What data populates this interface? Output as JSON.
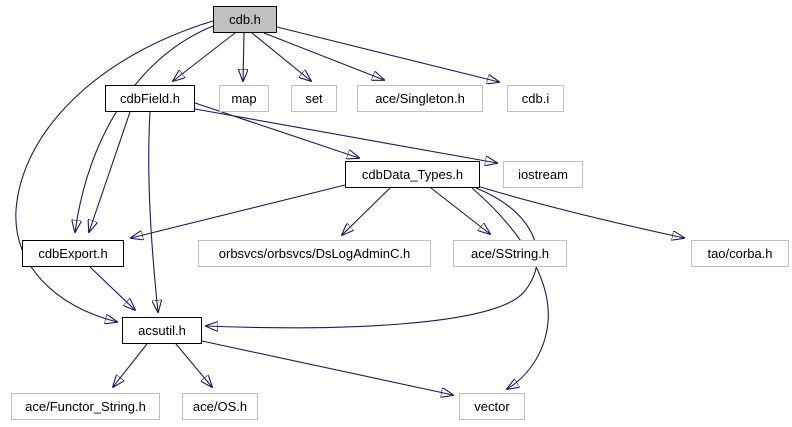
{
  "diagram": {
    "type": "include-dependency-graph",
    "root": "cdb.h"
  },
  "colors": {
    "edge": "#191970",
    "node_fill": "#ffffff",
    "node_border_plain": "#c0c0c0",
    "node_border_linked": "#000000",
    "root_fill": "#c0c0c0",
    "text": "#000000",
    "background": "#ffffff"
  },
  "nodes": [
    {
      "label": "cdb.h",
      "role": "root"
    },
    {
      "label": "cdbField.h",
      "role": "linked"
    },
    {
      "label": "map",
      "role": "plain"
    },
    {
      "label": "set",
      "role": "plain"
    },
    {
      "label": "ace/Singleton.h",
      "role": "plain"
    },
    {
      "label": "cdb.i",
      "role": "plain"
    },
    {
      "label": "cdbData_Types.h",
      "role": "linked"
    },
    {
      "label": "iostream",
      "role": "plain"
    },
    {
      "label": "cdbExport.h",
      "role": "linked"
    },
    {
      "label": "orbsvcs/orbsvcs/DsLogAdminC.h",
      "role": "plain"
    },
    {
      "label": "ace/SString.h",
      "role": "plain"
    },
    {
      "label": "tao/corba.h",
      "role": "plain"
    },
    {
      "label": "acsutil.h",
      "role": "linked"
    },
    {
      "label": "ace/Functor_String.h",
      "role": "plain"
    },
    {
      "label": "ace/OS.h",
      "role": "plain"
    },
    {
      "label": "vector",
      "role": "plain"
    }
  ],
  "edges": [
    {
      "from": "cdb.h",
      "to": "cdbField.h"
    },
    {
      "from": "cdb.h",
      "to": "map"
    },
    {
      "from": "cdb.h",
      "to": "set"
    },
    {
      "from": "cdb.h",
      "to": "ace/Singleton.h"
    },
    {
      "from": "cdb.h",
      "to": "cdb.i"
    },
    {
      "from": "cdb.h",
      "to": "cdbExport.h"
    },
    {
      "from": "cdb.h",
      "to": "acsutil.h"
    },
    {
      "from": "cdbField.h",
      "to": "cdbExport.h"
    },
    {
      "from": "cdbField.h",
      "to": "cdbData_Types.h"
    },
    {
      "from": "cdbField.h",
      "to": "iostream"
    },
    {
      "from": "cdbField.h",
      "to": "acsutil.h"
    },
    {
      "from": "cdbData_Types.h",
      "to": "cdbExport.h"
    },
    {
      "from": "cdbData_Types.h",
      "to": "orbsvcs/orbsvcs/DsLogAdminC.h"
    },
    {
      "from": "cdbData_Types.h",
      "to": "ace/SString.h"
    },
    {
      "from": "cdbData_Types.h",
      "to": "tao/corba.h"
    },
    {
      "from": "cdbData_Types.h",
      "to": "acsutil.h"
    },
    {
      "from": "cdbData_Types.h",
      "to": "vector"
    },
    {
      "from": "cdbExport.h",
      "to": "acsutil.h"
    },
    {
      "from": "acsutil.h",
      "to": "ace/Functor_String.h"
    },
    {
      "from": "acsutil.h",
      "to": "ace/OS.h"
    },
    {
      "from": "acsutil.h",
      "to": "vector"
    }
  ]
}
